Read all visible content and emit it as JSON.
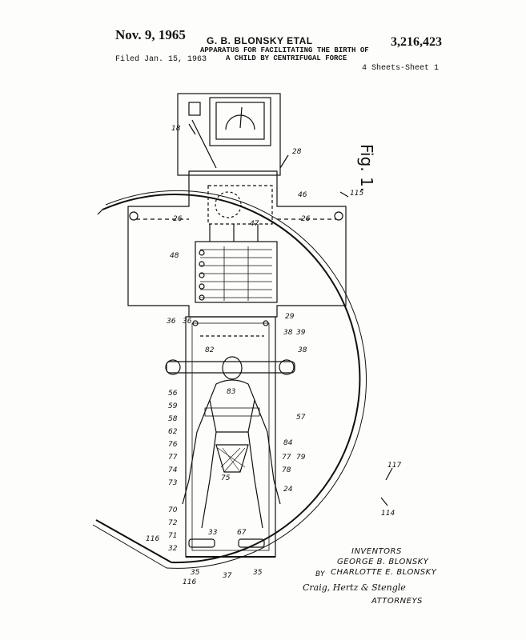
{
  "header": {
    "date": "Nov. 9, 1965",
    "inventors": "G. B. BLONSKY ETAL",
    "patent_number": "3,216,423",
    "title_line1": "APPARATUS FOR FACILITATING THE BIRTH OF",
    "title_line2": "A CHILD BY CENTRIFUGAL FORCE",
    "filed": "Filed Jan. 15, 1963",
    "sheets": "4 Sheets-Sheet 1"
  },
  "figure": {
    "label": "Fig. 1.",
    "refs": [
      "18",
      "28",
      "115",
      "46",
      "26",
      "26",
      "47",
      "48",
      "36",
      "29",
      "36",
      "38",
      "39",
      "38",
      "82",
      "83",
      "56",
      "59",
      "57",
      "58",
      "62",
      "76",
      "77",
      "84",
      "78",
      "77",
      "74",
      "73",
      "79",
      "24",
      "70",
      "72",
      "71",
      "32",
      "33",
      "67",
      "117",
      "114",
      "116",
      "35",
      "37",
      "35",
      "116",
      "75"
    ]
  },
  "signature_block": {
    "inventors_label": "INVENTORS",
    "inventor1": "GEORGE B. BLONSKY",
    "by": "BY",
    "inventor2": "CHARLOTTE E. BLONSKY",
    "signature": "Craig, Hertz & Stengle",
    "attorneys": "ATTORNEYS"
  }
}
